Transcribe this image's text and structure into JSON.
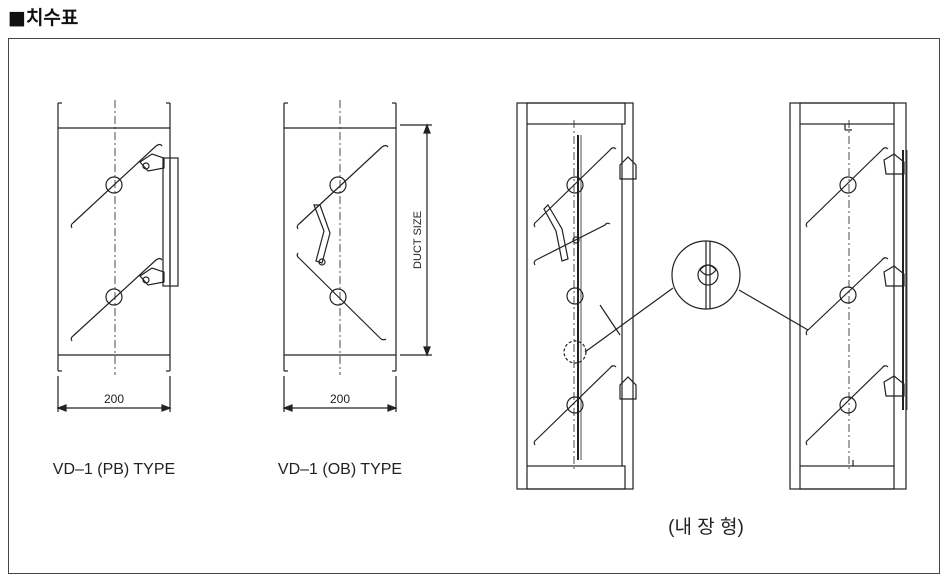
{
  "header": {
    "title": "■치수표"
  },
  "figures": {
    "pb": {
      "caption": "VD–1 (PB) TYPE",
      "dimension": "200"
    },
    "ob": {
      "caption": "VD–1 (OB) TYPE",
      "dimension": "200",
      "duct_label": "DUCT SIZE"
    },
    "internal": {
      "caption": "(내 장 형)"
    }
  }
}
